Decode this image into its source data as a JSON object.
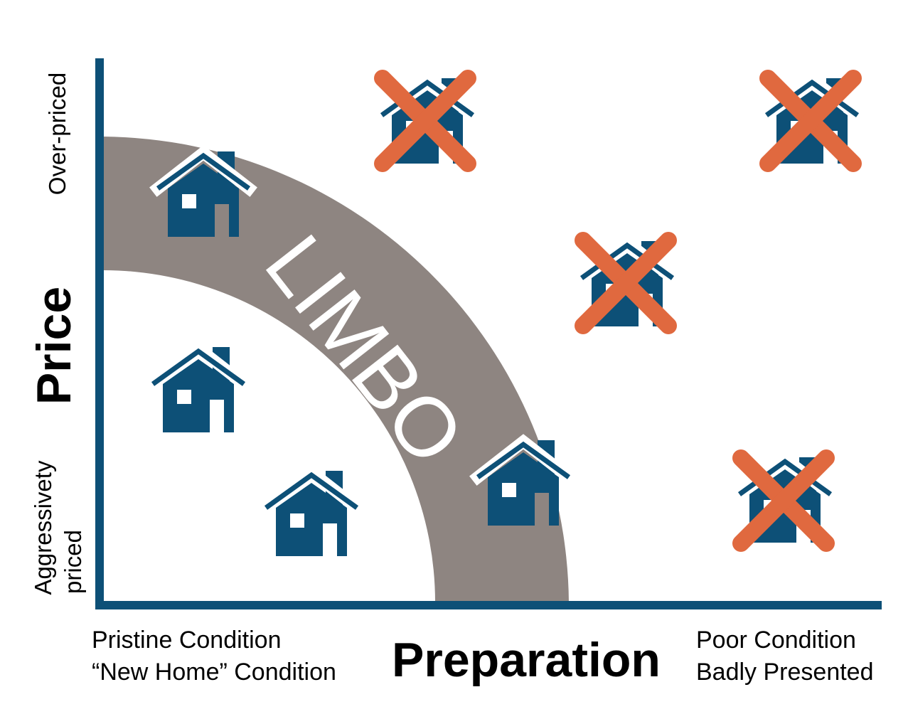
{
  "diagram": {
    "y_axis": {
      "title": "Price",
      "top_label": "Over-priced",
      "bottom_label_line1": "Aggressivety",
      "bottom_label_line2": "priced"
    },
    "x_axis": {
      "title": "Preparation",
      "left_label_line1": "Pristine Condition",
      "left_label_line2": "“New Home” Condition",
      "right_label_line1": "Poor Condition",
      "right_label_line2": "Badly Presented"
    },
    "band_label": "LIMBO",
    "colors": {
      "axis": "#0d5077",
      "house": "#0d5077",
      "band": "#8e8581",
      "cross": "#e0693f",
      "band_text": "#ffffff"
    },
    "houses": [
      {
        "id": "limbo-top-left",
        "crossed": false
      },
      {
        "id": "inner-mid-left",
        "crossed": false
      },
      {
        "id": "inner-bottom",
        "crossed": false
      },
      {
        "id": "limbo-bottom-right",
        "crossed": false
      },
      {
        "id": "outer-top-center",
        "crossed": true
      },
      {
        "id": "outer-top-right",
        "crossed": true
      },
      {
        "id": "outer-middle",
        "crossed": true
      },
      {
        "id": "outer-bottom-right",
        "crossed": true
      }
    ]
  }
}
